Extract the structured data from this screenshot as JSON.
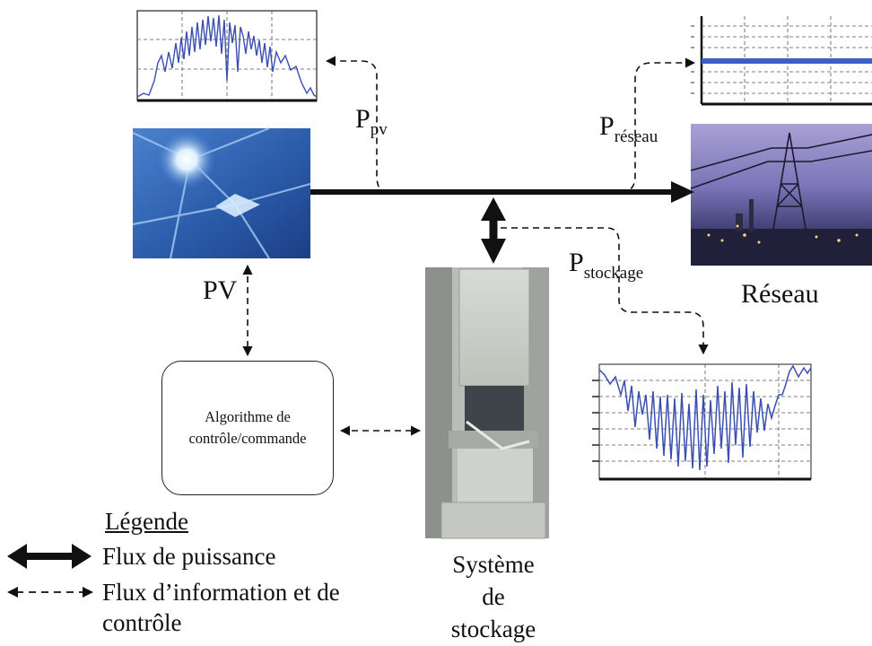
{
  "labels": {
    "p_pv": {
      "base": "P",
      "sub": "pv"
    },
    "p_reseau": {
      "base": "P",
      "sub": "réseau"
    },
    "p_stockage": {
      "base": "P",
      "sub": "stockage"
    },
    "pv": "PV",
    "reseau": "Réseau",
    "stockage_line1": "Système",
    "stockage_line2": "de",
    "stockage_line3": "stockage"
  },
  "algorithm": {
    "line1": "Algorithme de",
    "line2": "contrôle/commande"
  },
  "legend": {
    "title": "Légende",
    "power_flow": "Flux de puissance",
    "info_flow_line1": "Flux d’information et de",
    "info_flow_line2": "contrôle"
  },
  "colors": {
    "signal": "#3b4fb0",
    "arrow": "#111111",
    "panel_blue": "#2f5fb0"
  }
}
